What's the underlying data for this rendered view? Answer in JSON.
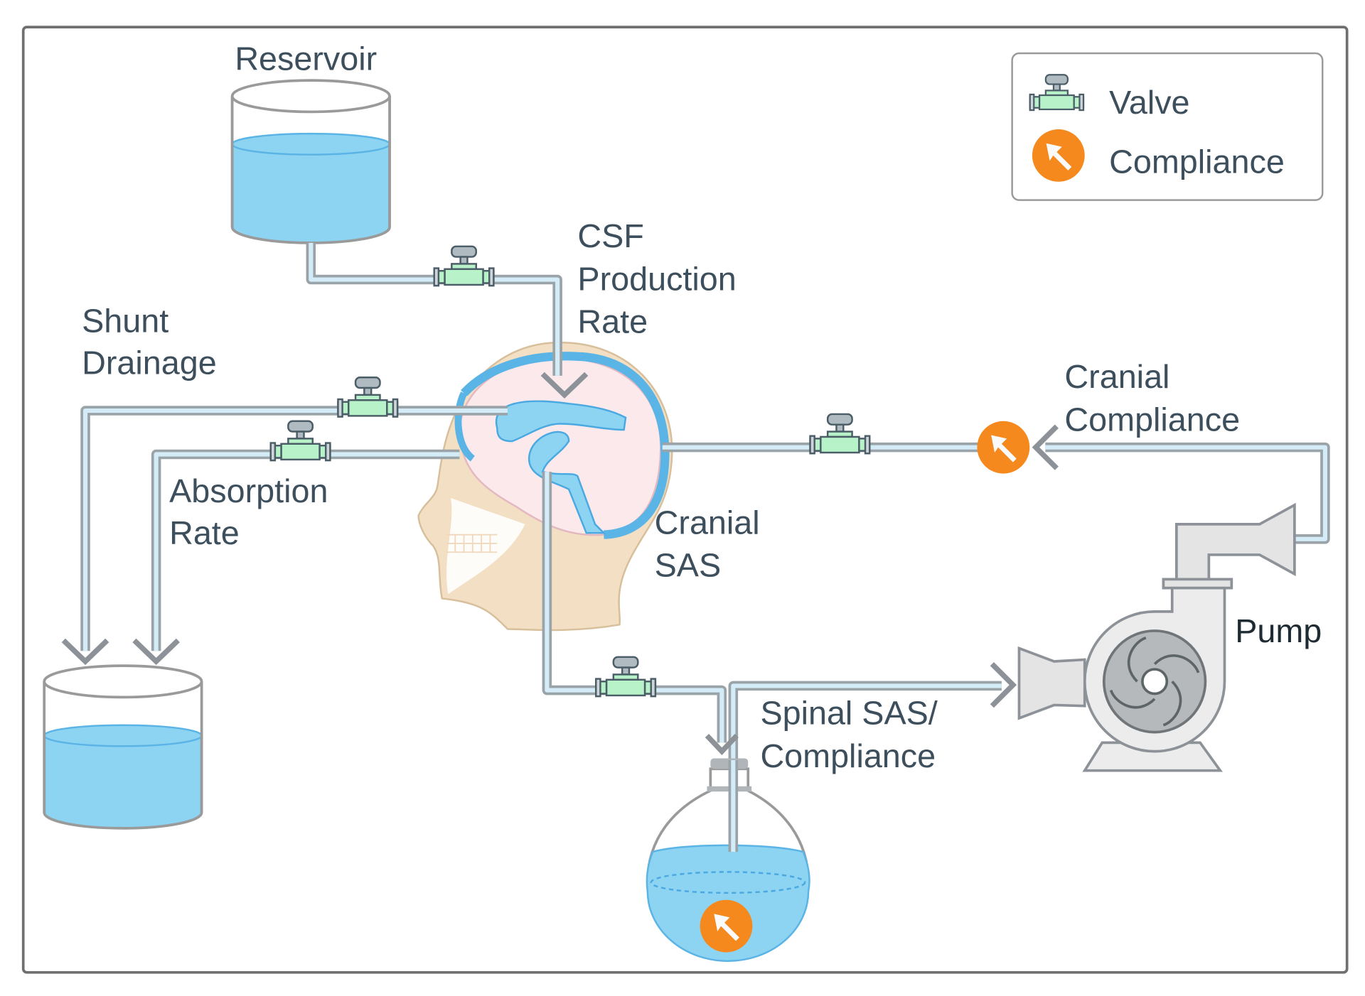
{
  "labels": {
    "reservoir": "Reservoir",
    "csf_production_rate": [
      "CSF",
      "Production",
      "Rate"
    ],
    "shunt_drainage": [
      "Shunt",
      "Drainage"
    ],
    "absorption_rate": [
      "Absorption",
      "Rate"
    ],
    "cranial_compliance": [
      "Cranial",
      "Compliance"
    ],
    "cranial_sas": [
      "Cranial",
      "SAS"
    ],
    "pump": "Pump",
    "spinal_sas_compliance": [
      "Spinal SAS/",
      "Compliance"
    ]
  },
  "legend": {
    "valve": "Valve",
    "compliance": "Compliance"
  },
  "colors": {
    "water": "#8dd3f2",
    "valve_body": "#b8f2c9",
    "compliance": "#f5891e",
    "text": "#3d4f5c",
    "pipe": "#9aa3a8"
  }
}
